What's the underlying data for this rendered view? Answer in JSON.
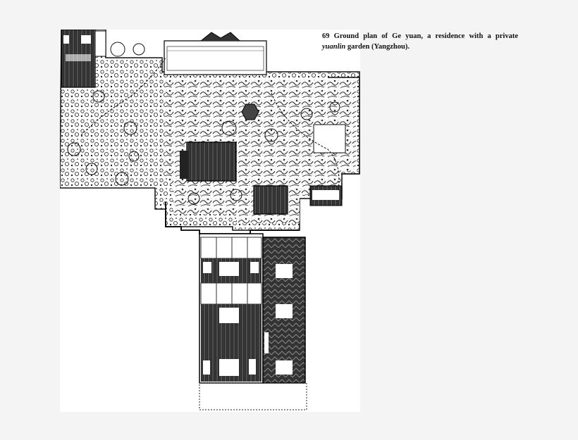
{
  "caption": {
    "number": "69",
    "line1": "Ground plan of Ge yuan, a residence with a private",
    "line2_italic": "yuanlin",
    "line2_rest": "garden (Yangzhou)."
  }
}
